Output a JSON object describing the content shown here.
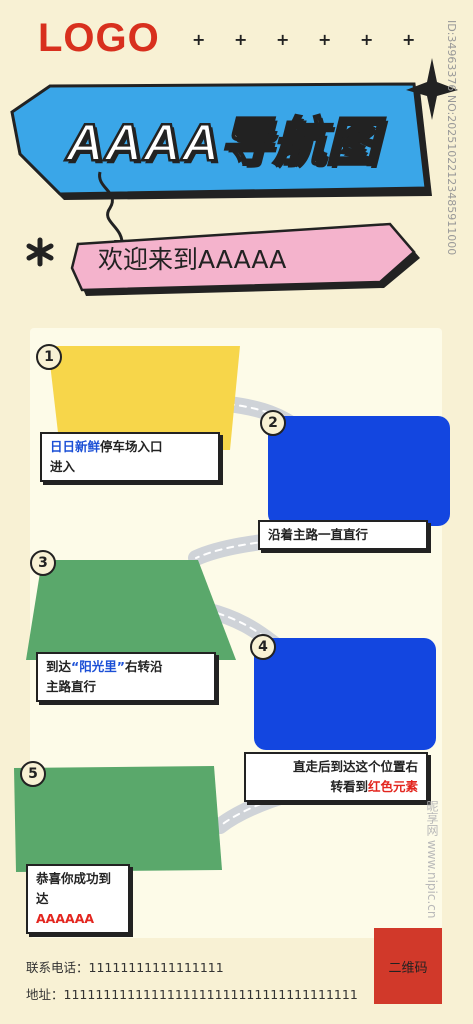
{
  "header": {
    "logo": "LOGO",
    "title": "AAAA导航图",
    "welcome": "欢迎来到AAAAA",
    "asterisk": "*"
  },
  "steps": [
    {
      "number": "1",
      "color": "#f7d64a",
      "caption_highlight": "日日新鲜",
      "caption_rest": "停车场入口",
      "caption_line2": "进入"
    },
    {
      "number": "2",
      "color": "#1346e0",
      "caption": "沿着主路一直直行"
    },
    {
      "number": "3",
      "color": "#5aa86b",
      "caption_prefix": "到达",
      "caption_highlight": "“阳光里”",
      "caption_rest": "右转沿",
      "caption_line2": "主路直行"
    },
    {
      "number": "4",
      "color": "#1346e0",
      "caption_line1": "直走后到达这个位置右",
      "caption_line2_prefix": "转看到",
      "caption_highlight": "红色元素"
    },
    {
      "number": "5",
      "color": "#5aa86b",
      "caption_line1": "恭喜你成功到达",
      "caption_highlight": "AAAAAA"
    }
  ],
  "footer": {
    "phone_label": "联系电话：",
    "phone_value": "11111111111111111",
    "address_label": "地址：",
    "address_value": "1111111111111111111111111111111111111",
    "qr_label": "二维码"
  },
  "side_id": "ID:34963376 NO:20251022123485911000",
  "watermark": "昵享网 www.nipic.cn",
  "colors": {
    "background": "#f8f1d4",
    "logo_red": "#d8301e",
    "title_blue": "#3aa6e8",
    "welcome_pink": "#f4b3cc",
    "highlight_blue": "#1b4fd6",
    "highlight_red": "#e3261f"
  }
}
